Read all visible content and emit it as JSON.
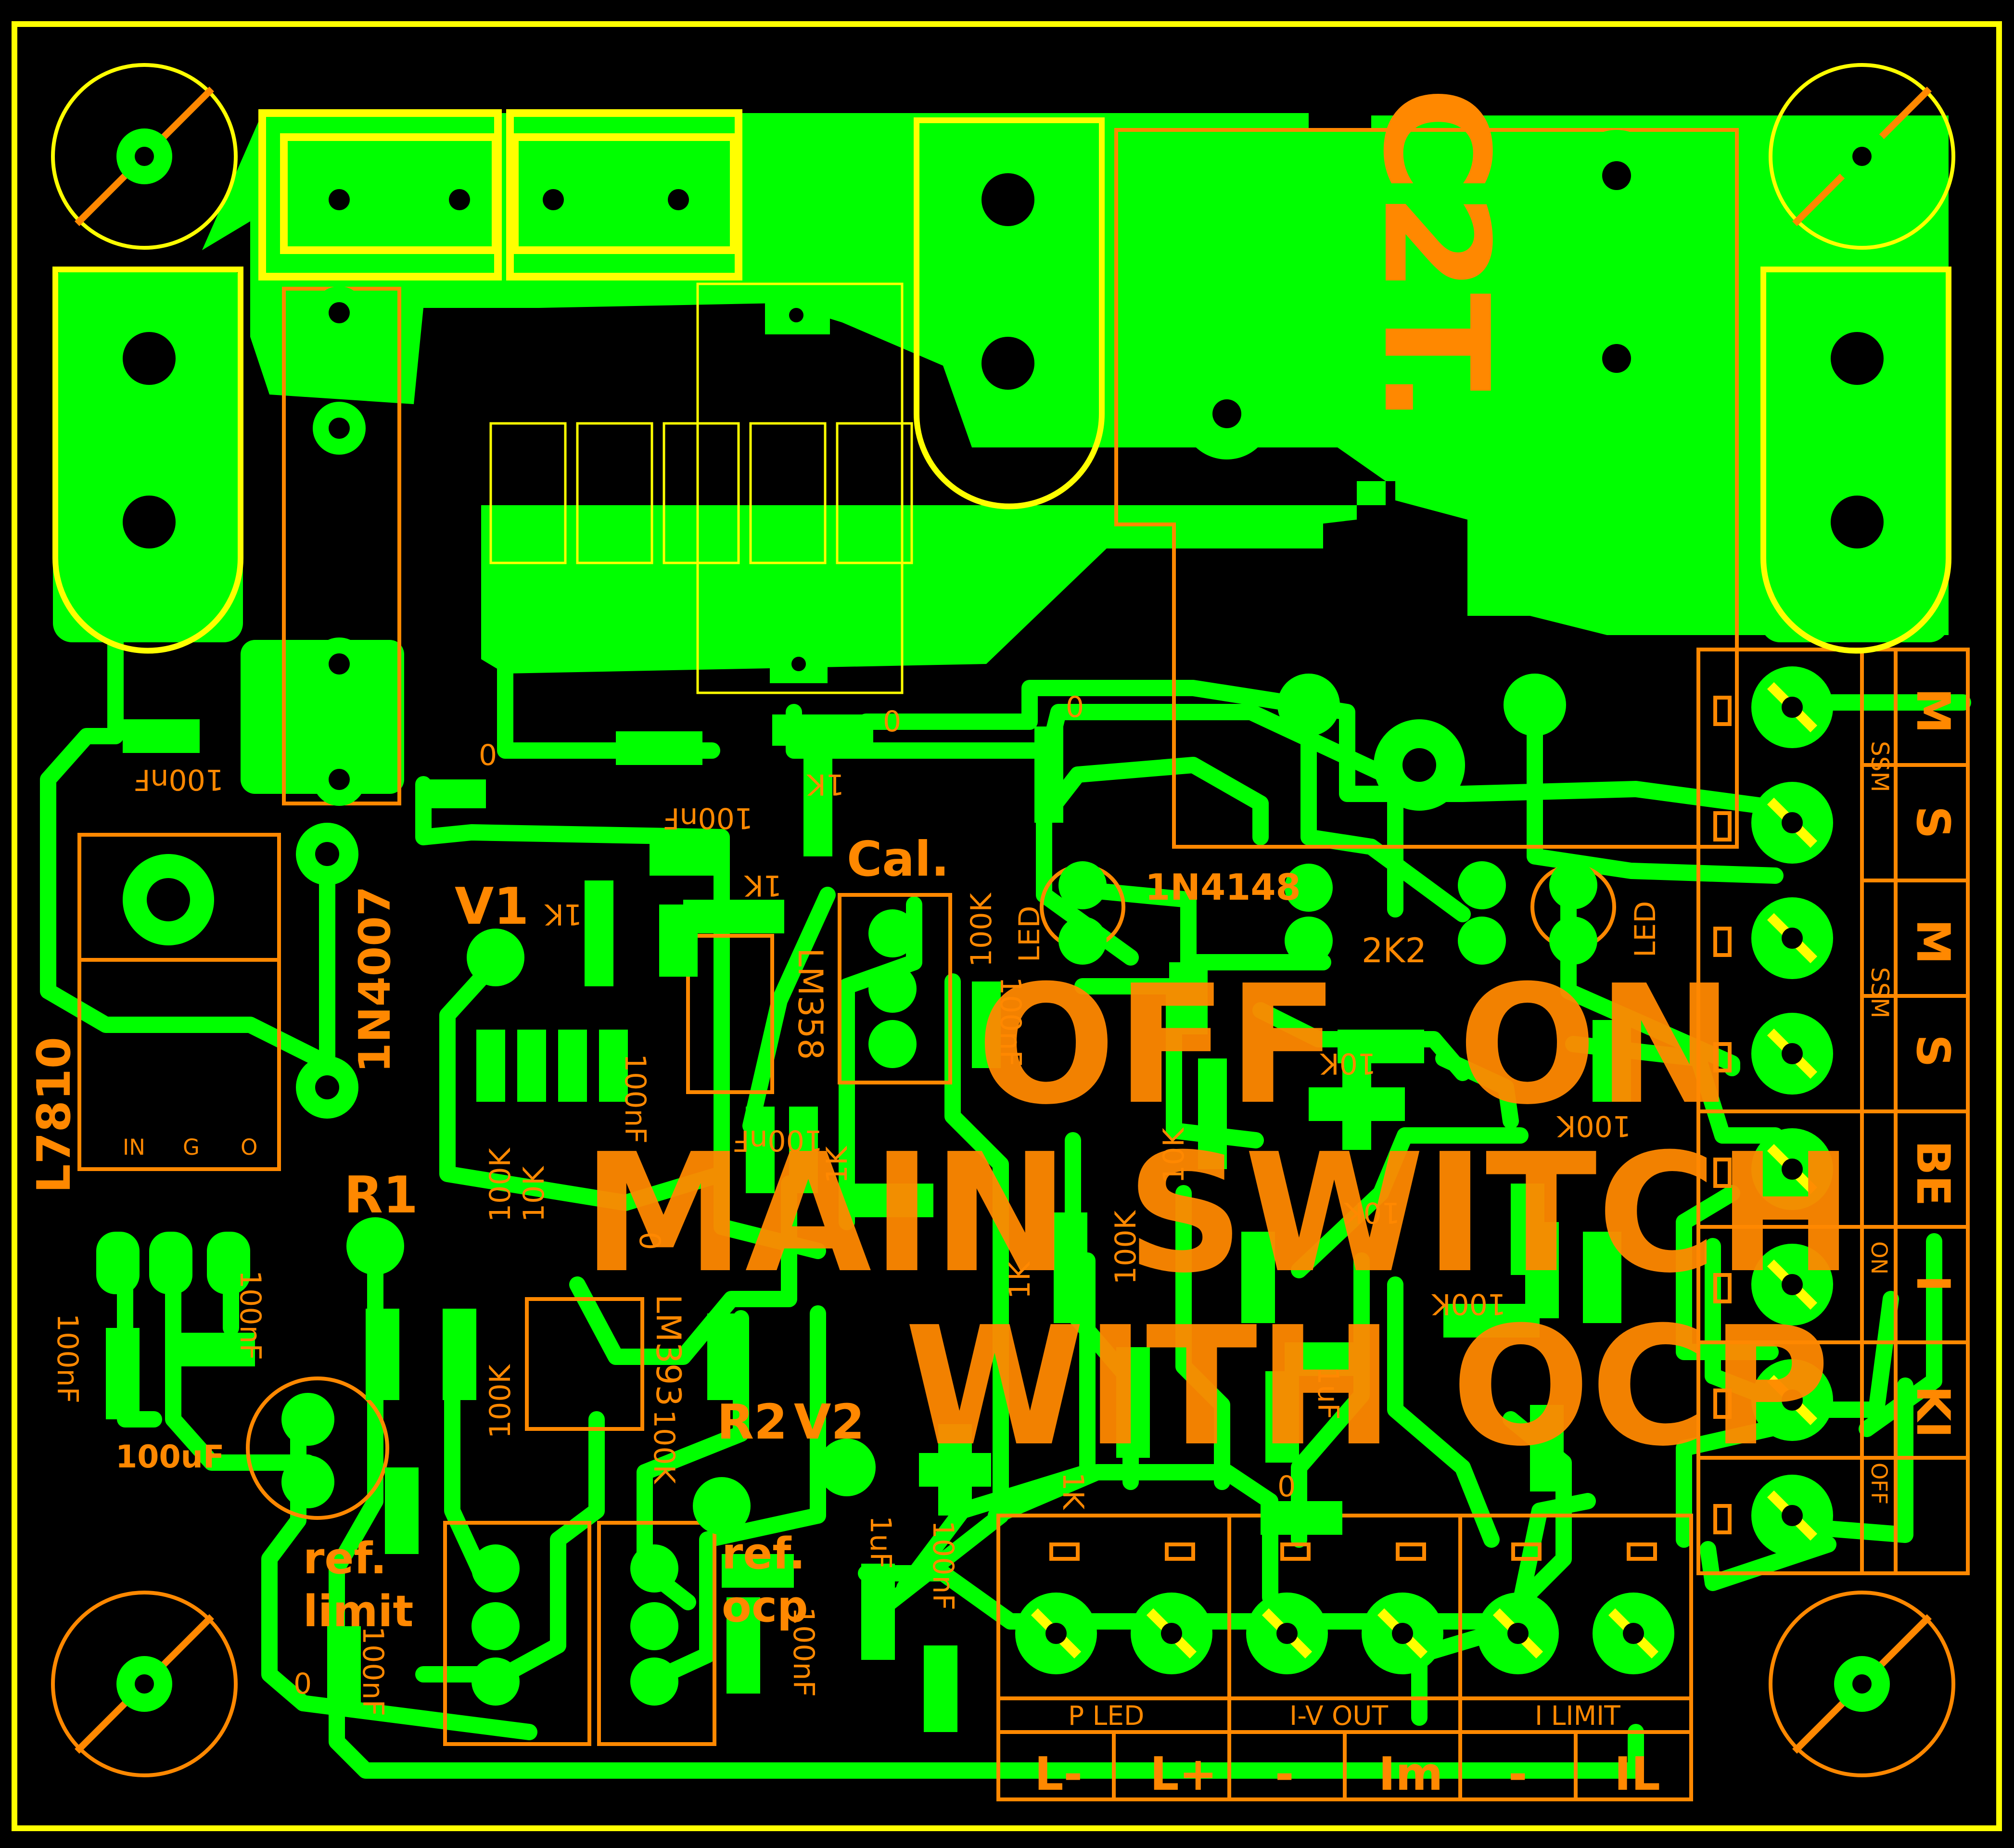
{
  "colors": {
    "background": "#000000",
    "copper": "#00ff00",
    "silkscreen": "#ff8800",
    "outline": "#ffff00",
    "pad_hole": "#000000"
  },
  "title": {
    "line1_off": "OFF",
    "line1_on": "ON",
    "line2": "MAIN SWITCH",
    "line3": "WITH OCP"
  },
  "components": {
    "cap_c2t": "C2T.",
    "regulator": "L7810",
    "regulator_pins": [
      "IN",
      "G",
      "O"
    ],
    "diode_main": "1N4007",
    "diode_signal": "1N4148",
    "resistor_2k2": "2K2",
    "led_left": "LED",
    "led_right": "LED",
    "opamp1": "LM358",
    "comparator": "LM393",
    "cal": "Cal.",
    "v1": "V1",
    "v2": "V2",
    "r1": "R1",
    "r2": "R2",
    "ref_limit_line1": "ref.",
    "ref_limit_line2": "limit",
    "ref_ocp_line1": "ref.",
    "ref_ocp_line2": "ocp",
    "cap_100nf": "100nF",
    "cap_100uf": "100uF",
    "cap_1uf": "1uF",
    "res_1k": "1K",
    "res_10k": "10K",
    "res_100k": "100K",
    "res_0": "0"
  },
  "right_connector": {
    "pins": [
      "M",
      "S",
      "M",
      "S",
      "BE",
      "I",
      "KI",
      ""
    ],
    "groups": [
      "SSM",
      "SSM",
      "ON",
      "OFF"
    ]
  },
  "bottom_connector": {
    "groups": [
      "P LED",
      "I-V OUT",
      "I LIMIT"
    ],
    "pins": [
      "L-",
      "L+",
      "-",
      "Im",
      "-",
      "IL"
    ]
  }
}
